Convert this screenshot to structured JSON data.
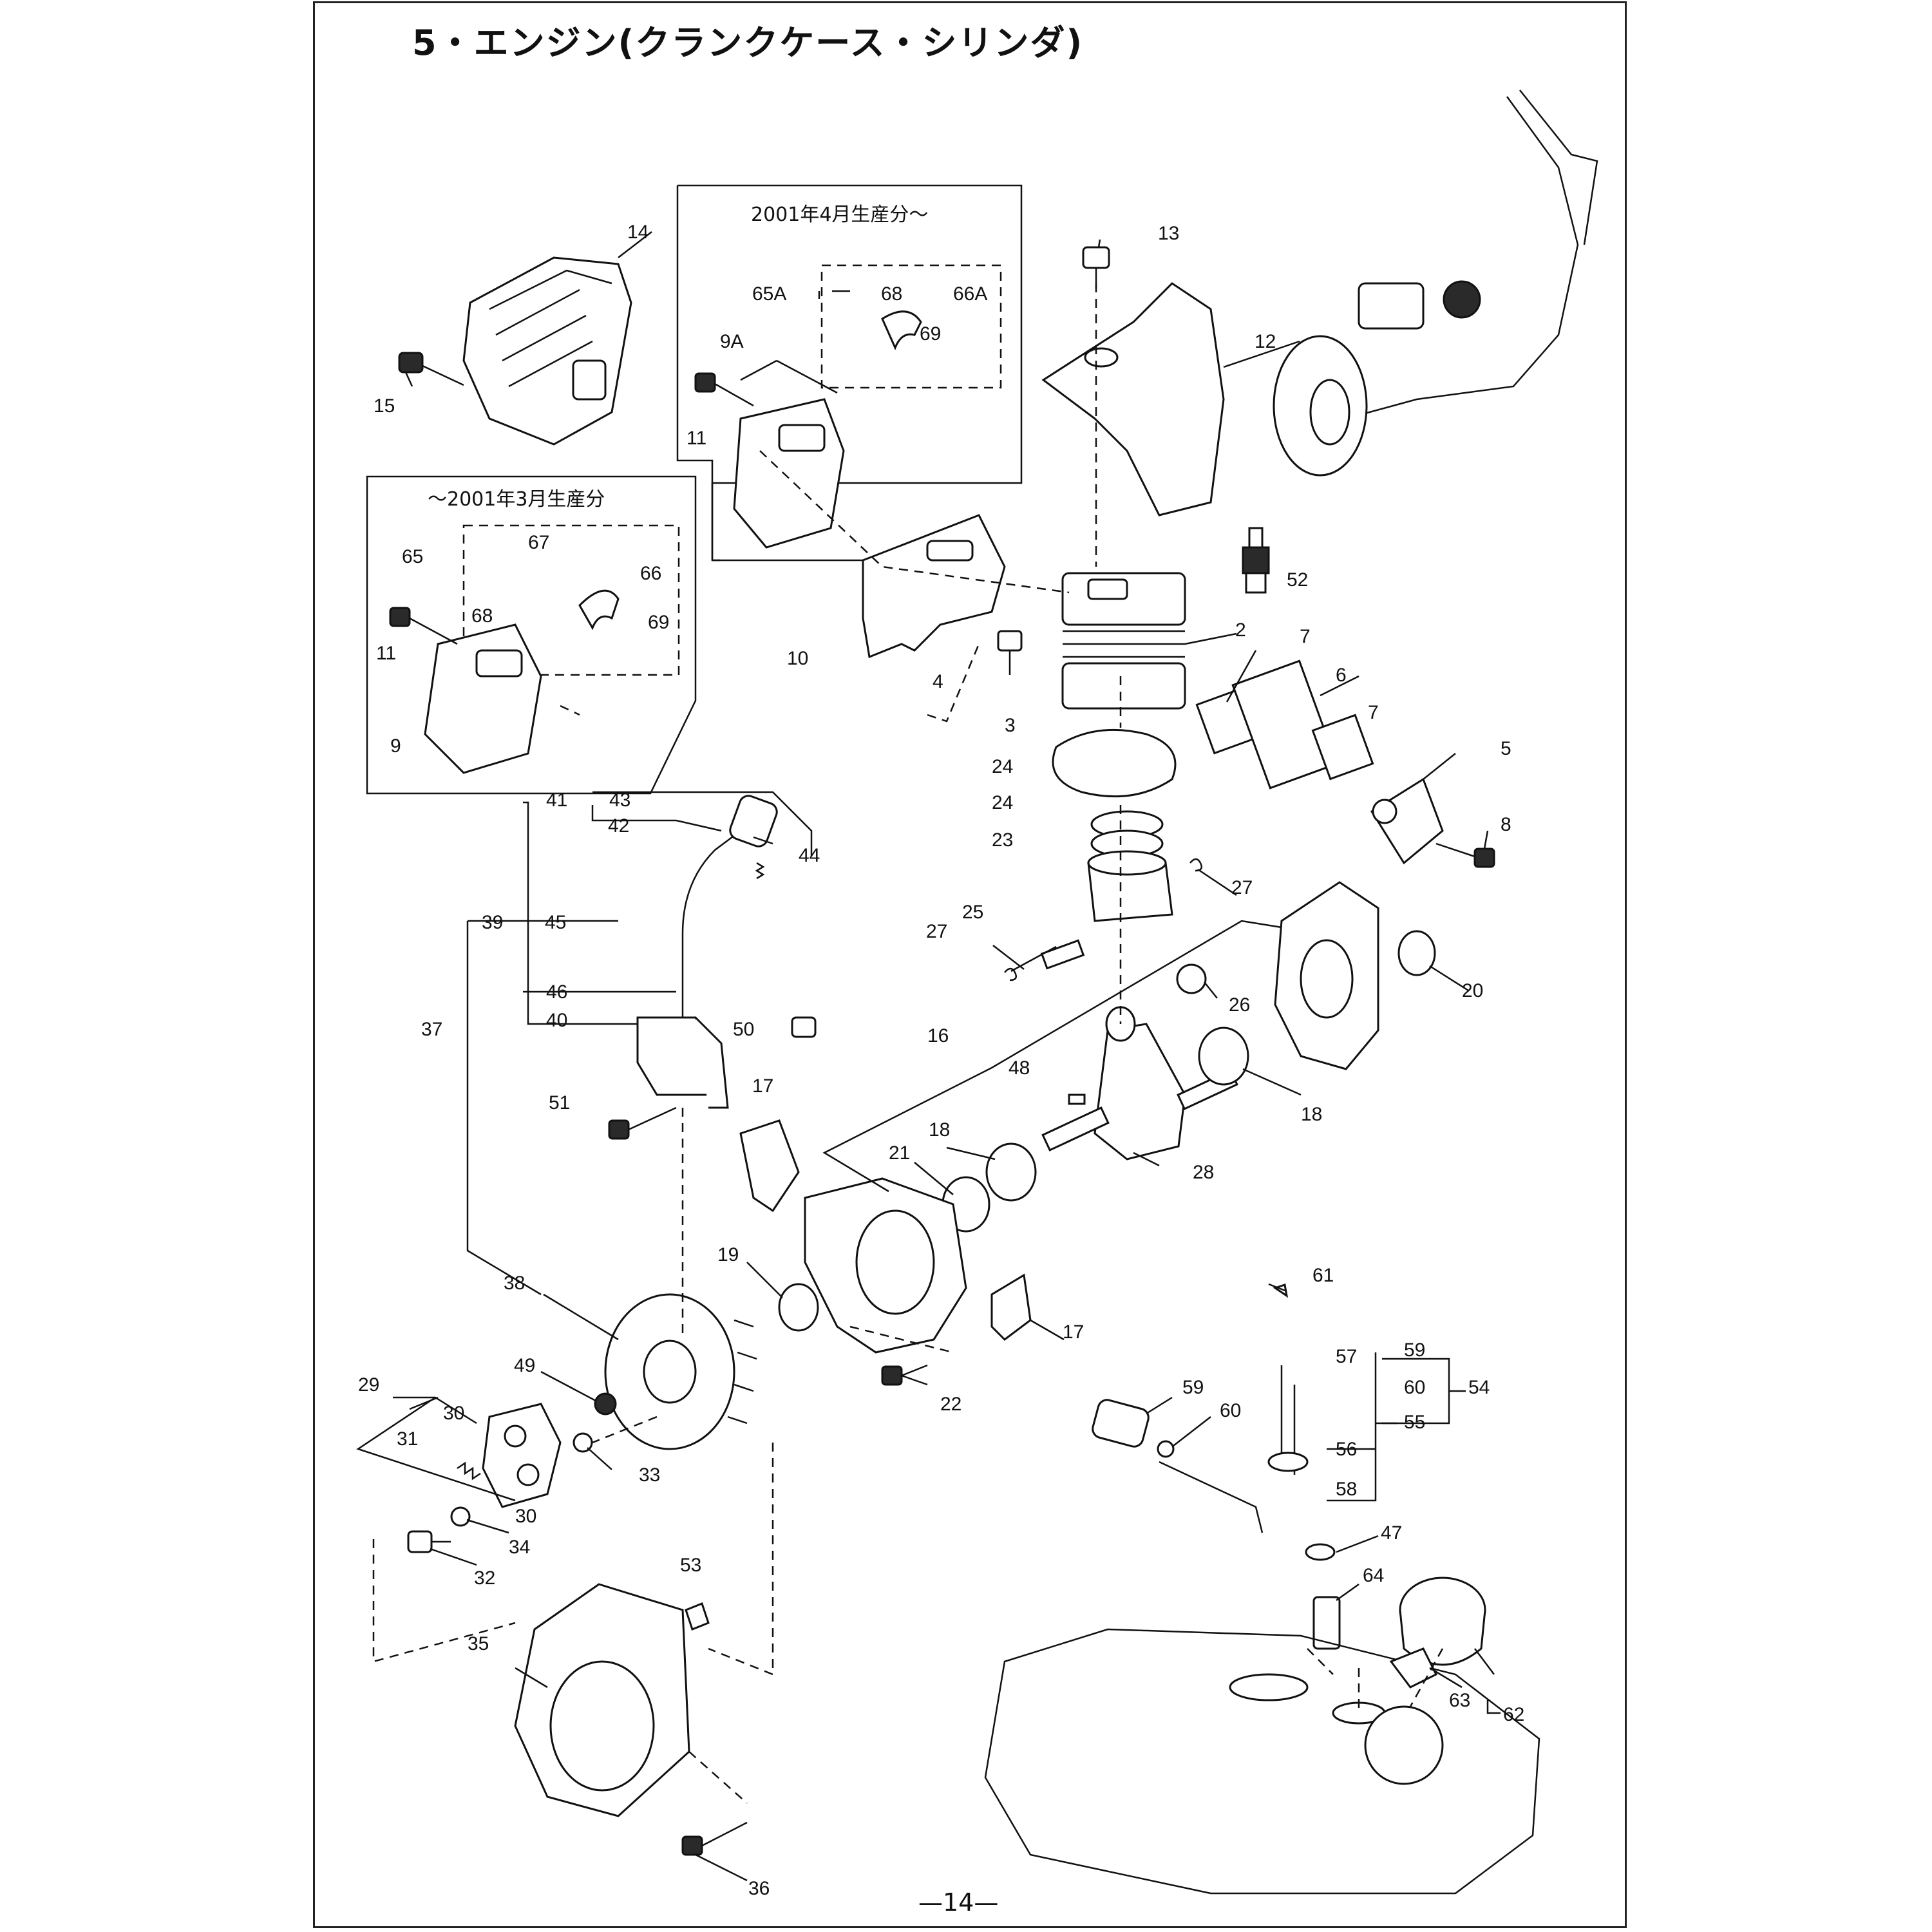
{
  "page": {
    "title": "5・エンジン(クランクケース・シリンダ)",
    "page_number": "—14—"
  },
  "variant_boxes": {
    "new_production": "2001年4月生産分～",
    "old_production": "～2001年3月生産分"
  },
  "callouts": {
    "c2": "2",
    "c3": "3",
    "c4": "4",
    "c5": "5",
    "c6": "6",
    "c7a": "7",
    "c7b": "7",
    "c8": "8",
    "c9": "9",
    "c9a": "9A",
    "c10": "10",
    "c11a": "11",
    "c11b": "11",
    "c12": "12",
    "c13": "13",
    "c14": "14",
    "c15": "15",
    "c16": "16",
    "c17a": "17",
    "c17b": "17",
    "c18a": "18",
    "c18b": "18",
    "c19": "19",
    "c20": "20",
    "c21": "21",
    "c22": "22",
    "c23": "23",
    "c24a": "24",
    "c24b": "24",
    "c25": "25",
    "c26": "26",
    "c27a": "27",
    "c27b": "27",
    "c28": "28",
    "c29": "29",
    "c30a": "30",
    "c30b": "30",
    "c31": "31",
    "c32": "32",
    "c33": "33",
    "c34": "34",
    "c35": "35",
    "c36": "36",
    "c37": "37",
    "c38": "38",
    "c39": "39",
    "c40": "40",
    "c41": "41",
    "c42": "42",
    "c43": "43",
    "c44": "44",
    "c45": "45",
    "c46": "46",
    "c47": "47",
    "c48": "48",
    "c49": "49",
    "c50": "50",
    "c51": "51",
    "c52": "52",
    "c53": "53",
    "c54": "54",
    "c55": "55",
    "c56": "56",
    "c57": "57",
    "c58": "58",
    "c59a": "59",
    "c59b": "59",
    "c60a": "60",
    "c60b": "60",
    "c61": "61",
    "c62": "62",
    "c63": "63",
    "c64": "64",
    "c65": "65",
    "c65a": "65A",
    "c66": "66",
    "c66a": "66A",
    "c67": "67",
    "c68a": "68",
    "c68b": "68",
    "c69a": "69",
    "c69b": "69"
  }
}
